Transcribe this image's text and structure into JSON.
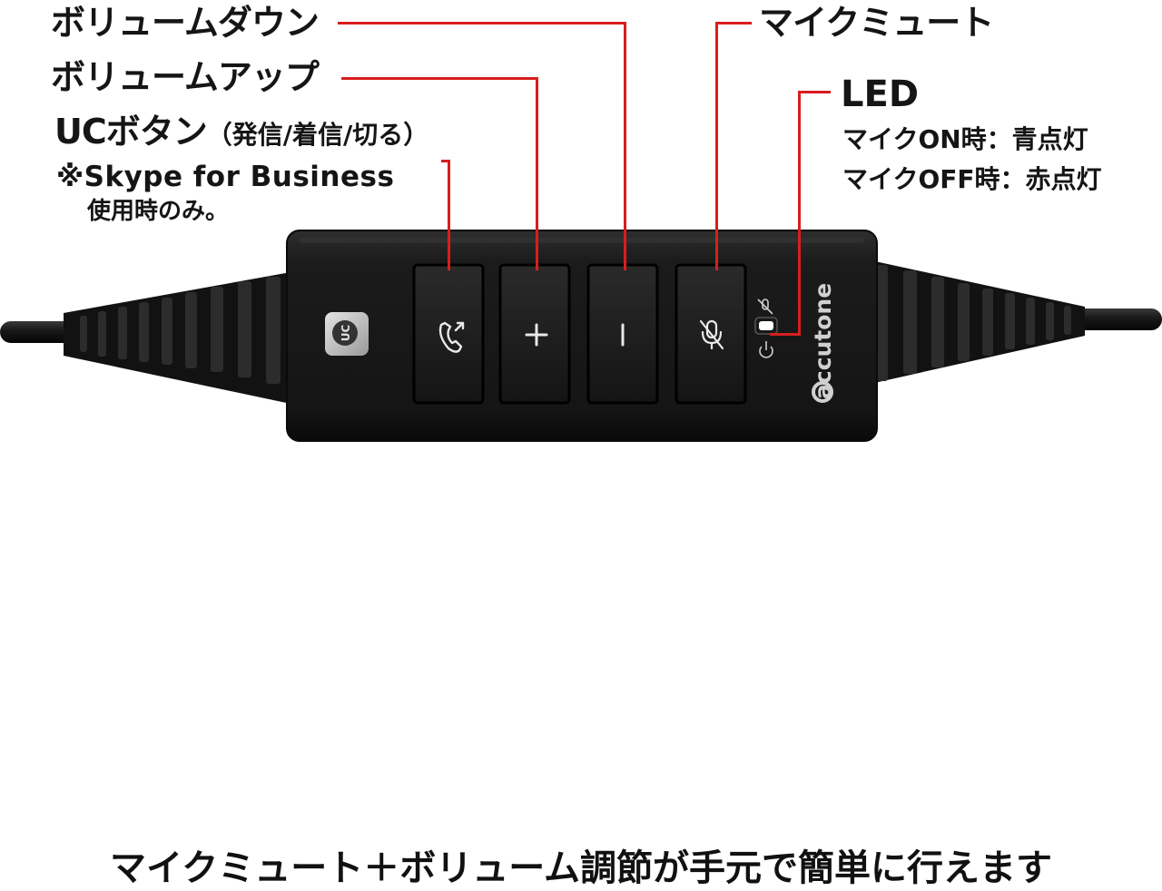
{
  "labels": {
    "volume_down": "ボリュームダウン",
    "volume_up": "ボリュームアップ",
    "uc_button": "UCボタン",
    "uc_button_note": "（発信/着信/切る）",
    "skype_note_line1": "※Skype for Business",
    "skype_note_line2": "使用時のみ。",
    "mic_mute": "マイクミュート",
    "led": "LED",
    "led_on": "マイクON時：青点灯",
    "led_off": "マイクOFF時：赤点灯"
  },
  "device": {
    "brand": "accutone",
    "uc_badge": "UC",
    "buttons": [
      {
        "name": "call",
        "symbol": "call"
      },
      {
        "name": "plus",
        "symbol": "+"
      },
      {
        "name": "minus",
        "symbol": "−"
      },
      {
        "name": "mute",
        "symbol": "mic-off"
      }
    ]
  },
  "caption": "マイクミュート＋ボリューム調節が手元で簡単に行えます",
  "colors": {
    "leader_line": "#d81e1e",
    "body": "#1a1a1a",
    "led": "#ffffff"
  }
}
